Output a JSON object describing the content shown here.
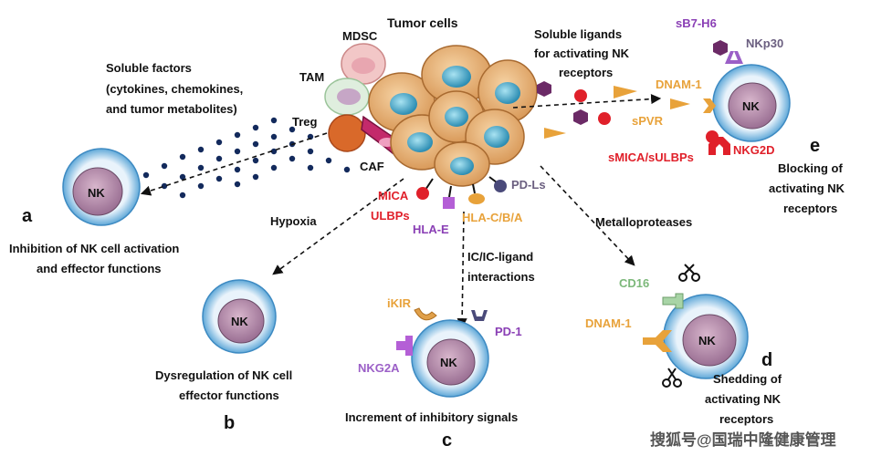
{
  "cells": {
    "tumor": "Tumor cells",
    "mdsc": "MDSC",
    "tam": "TAM",
    "treg": "Treg",
    "caf": "CAF",
    "nk": "NK"
  },
  "soluble_factors": [
    "Soluble factors",
    "(cytokines, chemokines,",
    "and tumor metabolites)"
  ],
  "soluble_ligands": [
    "Soluble ligands",
    "for activating NK",
    "receptors"
  ],
  "tumor_ligands": {
    "mica": "MICA",
    "ulbps": "ULBPs",
    "hla_e": "HLA-E",
    "hla_cba": "HLA-C/B/A",
    "pd_ls": "PD-Ls"
  },
  "arrows": {
    "hypoxia": "Hypoxia",
    "ic": [
      "IC/IC-ligand",
      "interactions"
    ],
    "metallo": "Metalloproteases"
  },
  "panel_a": {
    "letter": "a",
    "caption": [
      "Inhibition of NK cell activation",
      "and effector functions"
    ]
  },
  "panel_b": {
    "letter": "b",
    "caption": [
      "Dysregulation of NK cell",
      "effector functions"
    ]
  },
  "panel_c": {
    "letter": "c",
    "caption": "Increment of inhibitory signals",
    "ikir": "iKIR",
    "pd1": "PD-1",
    "nkg2a": "NKG2A"
  },
  "panel_d": {
    "letter": "d",
    "caption": [
      "Shedding of",
      "activating NK",
      "receptors"
    ],
    "cd16": "CD16",
    "dnam1": "DNAM-1"
  },
  "panel_e": {
    "letter": "e",
    "caption": [
      "Blocking of",
      "activating NK",
      "receptors"
    ],
    "sb7h6": "sB7-H6",
    "nkp30": "NKp30",
    "dnam1": "DNAM-1",
    "spvr": "sPVR",
    "smica": "sMICA/sULBPs",
    "nkg2d": "NKG2D"
  },
  "watermark": "搜狐号@国瑞中隆健康管理"
}
